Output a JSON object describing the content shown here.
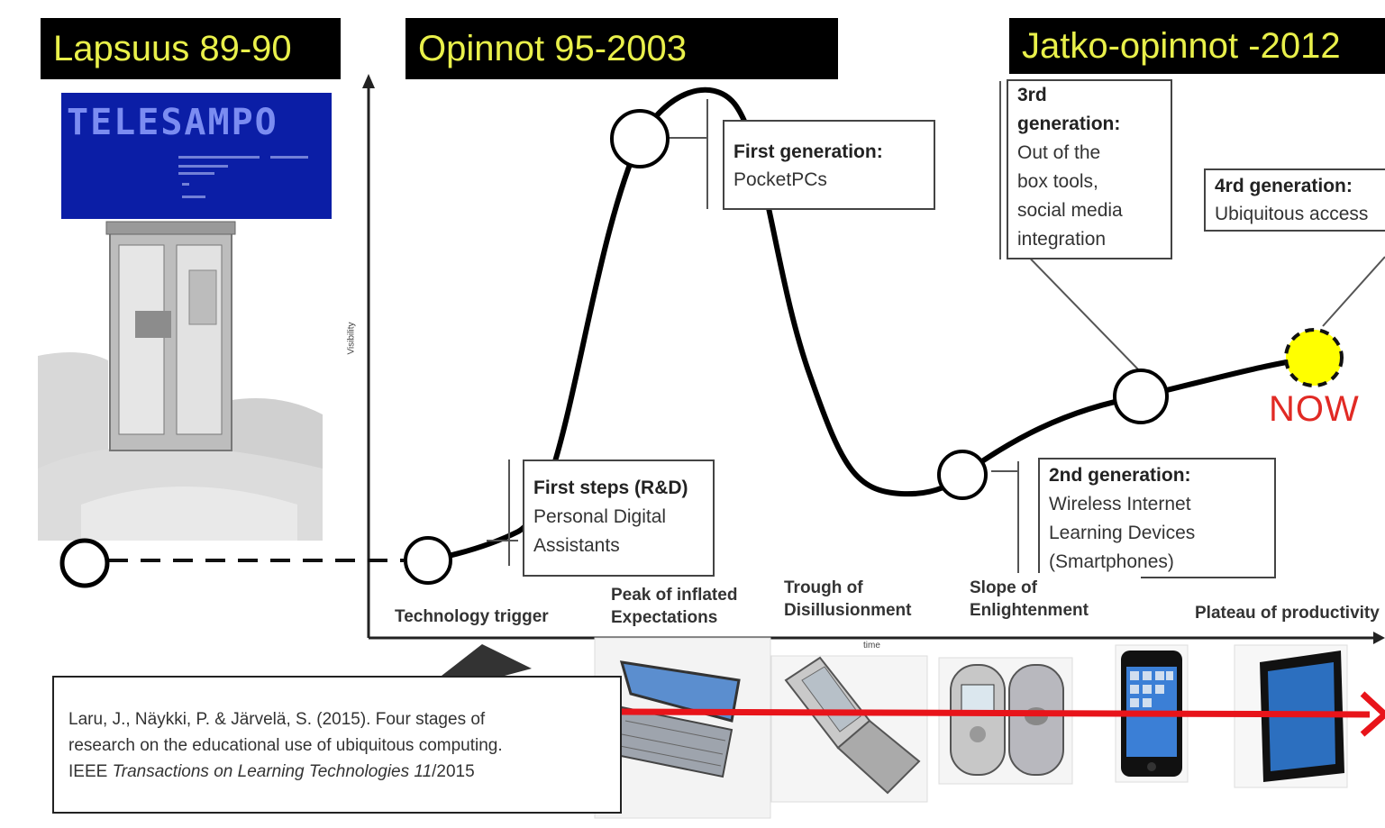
{
  "eras": [
    {
      "label": "Lapsuus 89-90"
    },
    {
      "label": "Opinnot 95-2003"
    },
    {
      "label": "Jatko-opinnot -2012"
    }
  ],
  "telesampo": {
    "title": "TELESAMPO"
  },
  "axes": {
    "y_label": "Visibility",
    "x_label": "time"
  },
  "boxes": {
    "first_steps": {
      "title": "First steps (R&D)",
      "text": [
        "Personal Digital",
        "Assistants"
      ]
    },
    "first_gen": {
      "title": "First generation:",
      "text": [
        "PocketPCs"
      ]
    },
    "third_gen": {
      "title": [
        "3rd",
        "generation:"
      ],
      "text": [
        "Out of the",
        "box tools,",
        "social media",
        "integration"
      ]
    },
    "fourth_gen": {
      "title": "4rd generation:",
      "text": [
        "Ubiquitous access"
      ]
    },
    "second_gen": {
      "title": "2nd generation:",
      "text": [
        "Wireless Internet",
        "Learning Devices",
        "(Smartphones)"
      ]
    }
  },
  "stages": [
    {
      "label": "Technology trigger"
    },
    {
      "label": "Peak of inflated Expectations"
    },
    {
      "label": "Trough of Disillusionment"
    },
    {
      "label": "Slope of Enlightenment"
    },
    {
      "label": "Plateau of productivity"
    }
  ],
  "now_label": "NOW",
  "citation": {
    "line1": "Laru, J., Näykki, P. & Järvelä, S. (2015). Four stages of",
    "line2": "research on the educational use of ubiquitous computing.",
    "line3_prefix": "IEEE ",
    "line3_journal": "Transactions on Learning Technologies 11",
    "line3_suffix": "/2015"
  },
  "device_icons": [
    "pda-icon",
    "handheld-pc-icon",
    "flip-phone-icon",
    "nokia-phones-icon",
    "iphone-icon",
    "ipad-icon"
  ],
  "colors": {
    "era_bg": "#000000",
    "era_text": "#e9f04a",
    "now_red": "#e12a24",
    "now_dot": "#ffff00",
    "arrow_red": "#e8141a",
    "telesampo_blue": "#0b1ea6"
  }
}
